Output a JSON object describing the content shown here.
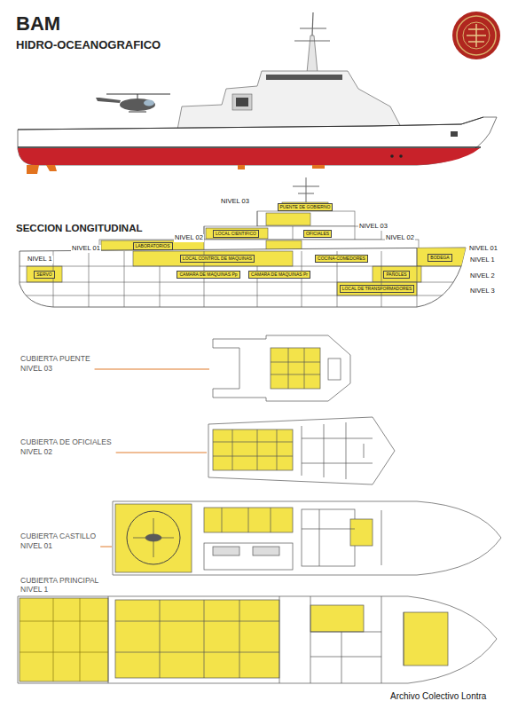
{
  "diagram": {
    "title": "BAM",
    "nodes": [
      {
        "text": [
          "PUENTE DE GOBIERNO"
        ]
      },
      {
        "text": [
          "LOCAL CIENTIFICO"
        ]
      },
      {
        "text": [
          "OFICIALES"
        ]
      },
      {
        "text": [
          "LABORATORIOS"
        ]
      },
      {
        "text": [
          "COCINA-COMEDORES"
        ]
      },
      {
        "text": [
          "BODEGA"
        ]
      },
      {
        "text": [
          "LOCAL CONTROL DE MAQUINAS"
        ]
      },
      {
        "text": [
          "CAMARA DE MAQUINAS Pp"
        ]
      },
      {
        "text": [
          "CAMARA DE MAQUINAS Pr"
        ]
      },
      {
        "text": [
          "PAÑOLES"
        ]
      },
      {
        "text": [
          "LOCAL DE TRANSFORMADORES"
        ]
      },
      {
        "text": [
          "SERVO"
        ]
      }
    ],
    "labels": [
      "HIDRO-OCEANOGRAFICO",
      "SECCION LONGITUDINAL",
      "NIVEL 03",
      "NIVEL 03",
      "NIVEL 02",
      "NIVEL 02",
      "NIVEL 01",
      "NIVEL 01",
      "NIVEL 1",
      "NIVEL 1",
      "NIVEL 2",
      "NIVEL 3",
      "CUBIERTA PUENTE",
      "NIVEL 03",
      "CUBIERTA DE OFICIALES",
      "NIVEL 02",
      "CUBIERTA CASTILLO",
      "NIVEL 01",
      "CUBIERTA PRINCIPAL",
      "NIVEL 1",
      "Archivo Colectivo Lontra"
    ]
  }
}
